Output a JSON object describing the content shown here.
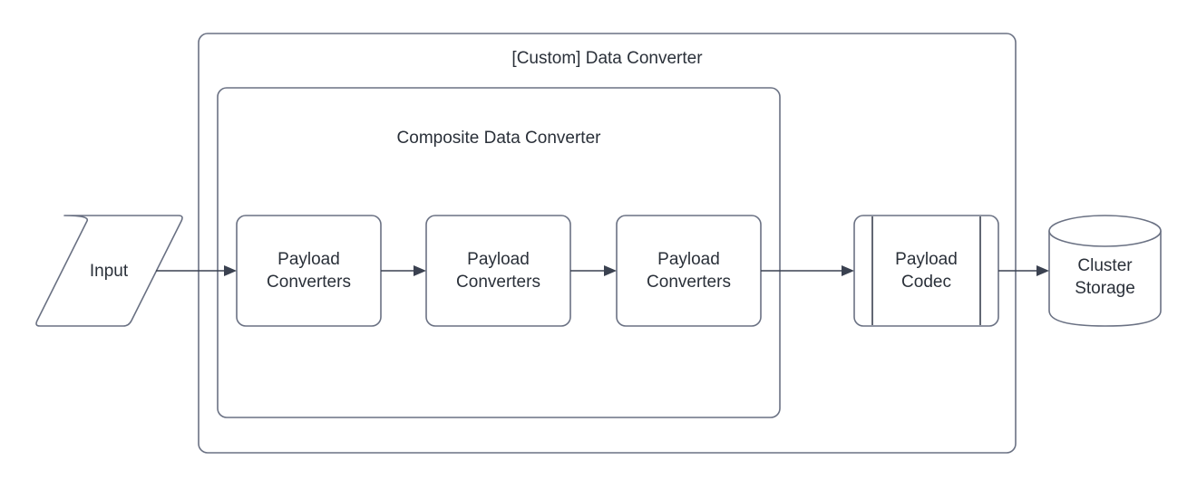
{
  "diagram": {
    "type": "flowchart",
    "background_color": "#ffffff",
    "stroke_color": "#6a7183",
    "connector_color": "#3a4150",
    "text_color": "#2a3039",
    "containers": [
      {
        "id": "custom-data-converter",
        "title": "[Custom] Data Converter",
        "shape": "rounded-rectangle"
      },
      {
        "id": "composite-data-converter",
        "title": "Composite Data Converter",
        "shape": "rounded-rectangle"
      }
    ],
    "nodes": [
      {
        "id": "input",
        "label": "Input",
        "shape": "parallelogram"
      },
      {
        "id": "payload-converters-1",
        "label": "Payload\nConverters",
        "shape": "rounded-rectangle"
      },
      {
        "id": "payload-converters-2",
        "label": "Payload\nConverters",
        "shape": "rounded-rectangle"
      },
      {
        "id": "payload-converters-3",
        "label": "Payload\nConverters",
        "shape": "rounded-rectangle"
      },
      {
        "id": "payload-codec",
        "label": "Payload\nCodec",
        "shape": "predefined-process"
      },
      {
        "id": "cluster-storage",
        "label": "Cluster\nStorage",
        "shape": "cylinder"
      }
    ],
    "edges": [
      {
        "from": "input",
        "to": "payload-converters-1",
        "arrow": "single"
      },
      {
        "from": "payload-converters-1",
        "to": "payload-converters-2",
        "arrow": "single"
      },
      {
        "from": "payload-converters-2",
        "to": "payload-converters-3",
        "arrow": "single"
      },
      {
        "from": "payload-converters-3",
        "to": "payload-codec",
        "arrow": "single"
      },
      {
        "from": "payload-codec",
        "to": "cluster-storage",
        "arrow": "single"
      }
    ]
  }
}
